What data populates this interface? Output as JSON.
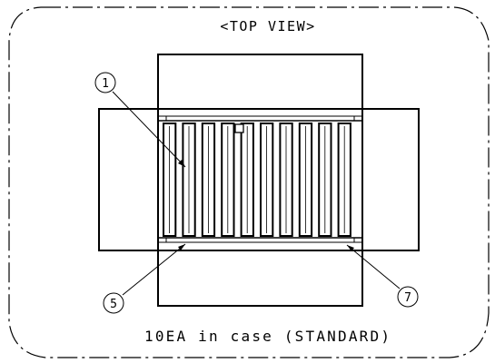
{
  "drawing": {
    "view_title": "<TOP VIEW>",
    "caption": "10EA in case (STANDARD)",
    "line_color": "#000000",
    "background": "#ffffff",
    "callouts": [
      {
        "label": "1"
      },
      {
        "label": "5"
      },
      {
        "label": "7"
      }
    ],
    "slot_count": 10
  }
}
